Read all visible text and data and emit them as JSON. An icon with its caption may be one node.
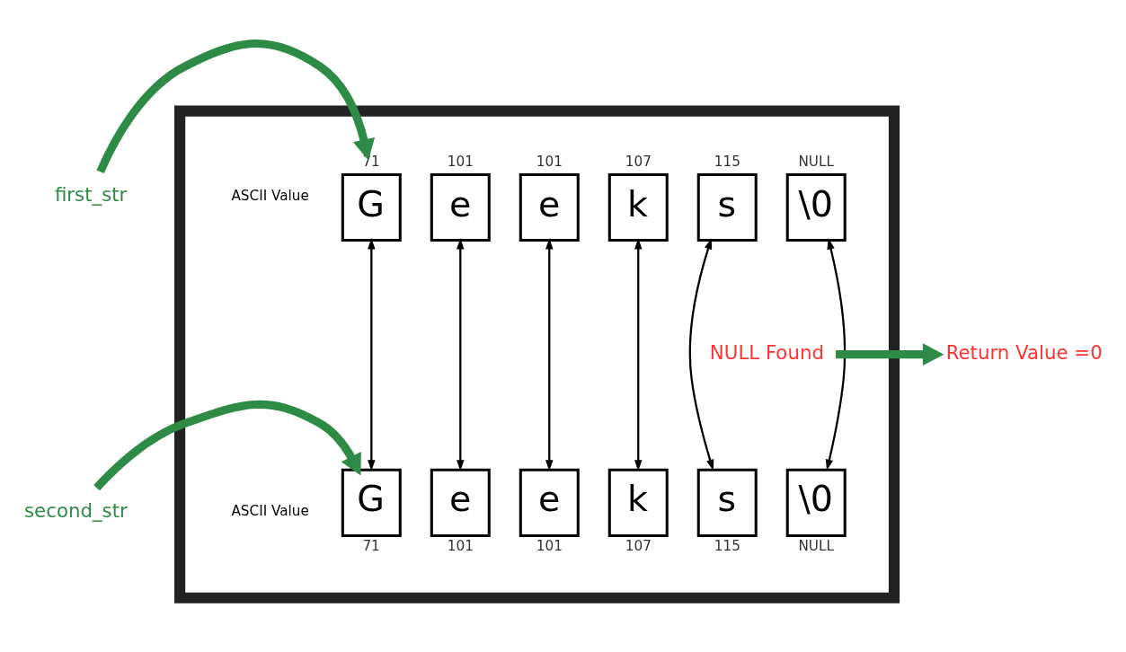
{
  "diagram": {
    "nodes": [
      {
        "text": [],
        "shape": "box"
      },
      {
        "text": [
          "first_str"
        ]
      },
      {
        "text": [
          "second_str"
        ]
      },
      {
        "text": [
          "G"
        ],
        "in": 0,
        "beside": [
          "71"
        ]
      },
      {
        "text": [
          "e"
        ],
        "in": 0,
        "beside": [
          "101"
        ]
      },
      {
        "text": [
          "e"
        ],
        "in": 0,
        "beside": [
          "101"
        ]
      },
      {
        "text": [
          "k"
        ],
        "in": 0,
        "beside": [
          "107"
        ]
      },
      {
        "text": [
          "s"
        ],
        "in": 0,
        "beside": [
          "115"
        ]
      },
      {
        "text": [
          "\\0"
        ],
        "in": 0,
        "beside": [
          "NULL"
        ]
      },
      {
        "text": [
          "G"
        ],
        "in": 0,
        "beside": [
          "71"
        ]
      },
      {
        "text": [
          "e"
        ],
        "in": 0,
        "beside": [
          "101"
        ]
      },
      {
        "text": [
          "e"
        ],
        "in": 0,
        "beside": [
          "101"
        ]
      },
      {
        "text": [
          "k"
        ],
        "in": 0,
        "beside": [
          "107"
        ]
      },
      {
        "text": [
          "s"
        ],
        "in": 0,
        "beside": [
          "115"
        ]
      },
      {
        "text": [
          "\\0"
        ],
        "in": 0,
        "beside": [
          "NULL"
        ]
      },
      {
        "text": [
          "NULL Found"
        ],
        "in": 0
      },
      {
        "text": [
          "Return Value =0"
        ]
      }
    ],
    "edges": [
      {
        "from": 1,
        "to": 3,
        "arrow": "to",
        "style": "thick",
        "color": "#2e8b45"
      },
      {
        "from": 2,
        "to": 9,
        "arrow": "to",
        "style": "thick",
        "color": "#2e8b45"
      },
      {
        "from": 3,
        "to": 9,
        "arrow": "both"
      },
      {
        "from": 4,
        "to": 10,
        "arrow": "both"
      },
      {
        "from": 5,
        "to": 11,
        "arrow": "both"
      },
      {
        "from": 6,
        "to": 12,
        "arrow": "both"
      },
      {
        "from": 7,
        "to": 13,
        "arrow": "both"
      },
      {
        "from": 8,
        "to": 14,
        "arrow": "both"
      },
      {
        "from": 15,
        "to": 16,
        "arrow": "to",
        "style": "thick",
        "color": "#2e8b45"
      }
    ],
    "labels": [
      "ASCII Value",
      "ASCII Value"
    ]
  }
}
